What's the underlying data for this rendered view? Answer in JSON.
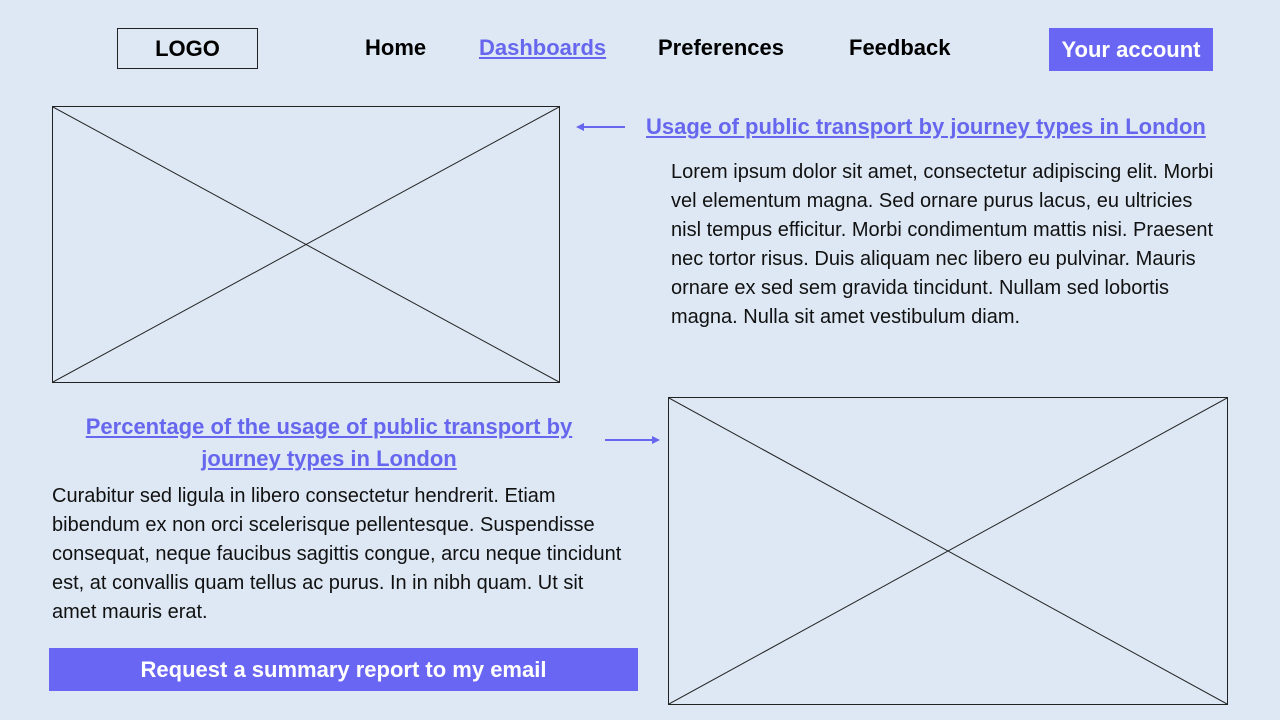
{
  "header": {
    "logo": "LOGO",
    "nav": [
      {
        "label": "Home",
        "active": false
      },
      {
        "label": "Dashboards",
        "active": true
      },
      {
        "label": "Preferences",
        "active": false
      },
      {
        "label": "Feedback",
        "active": false
      }
    ],
    "account_button": "Your account"
  },
  "section1": {
    "heading": "Usage of public transport by journey types in London",
    "text": "Lorem ipsum dolor sit amet, consectetur adipiscing elit. Morbi vel elementum magna. Sed ornare purus lacus, eu ultricies nisl tempus efficitur. Morbi condimentum mattis nisi. Praesent nec tortor risus. Duis aliquam nec libero eu pulvinar. Mauris ornare ex sed sem gravida tincidunt. Nullam sed lobortis magna. Nulla sit amet vestibulum diam."
  },
  "section2": {
    "heading": "Percentage of the usage of public transport by journey types in London",
    "text": "Curabitur sed ligula in libero consectetur hendrerit. Etiam bibendum ex non orci scelerisque pellentesque. Suspendisse consequat, neque faucibus sagittis congue, arcu neque tincidunt est, at convallis quam tellus ac purus. In in nibh quam. Ut sit amet mauris erat."
  },
  "cta": {
    "label": "Request a summary report to my email"
  },
  "colors": {
    "background": "#dde8f4",
    "accent": "#6a66f4",
    "link": "#6666ee"
  }
}
